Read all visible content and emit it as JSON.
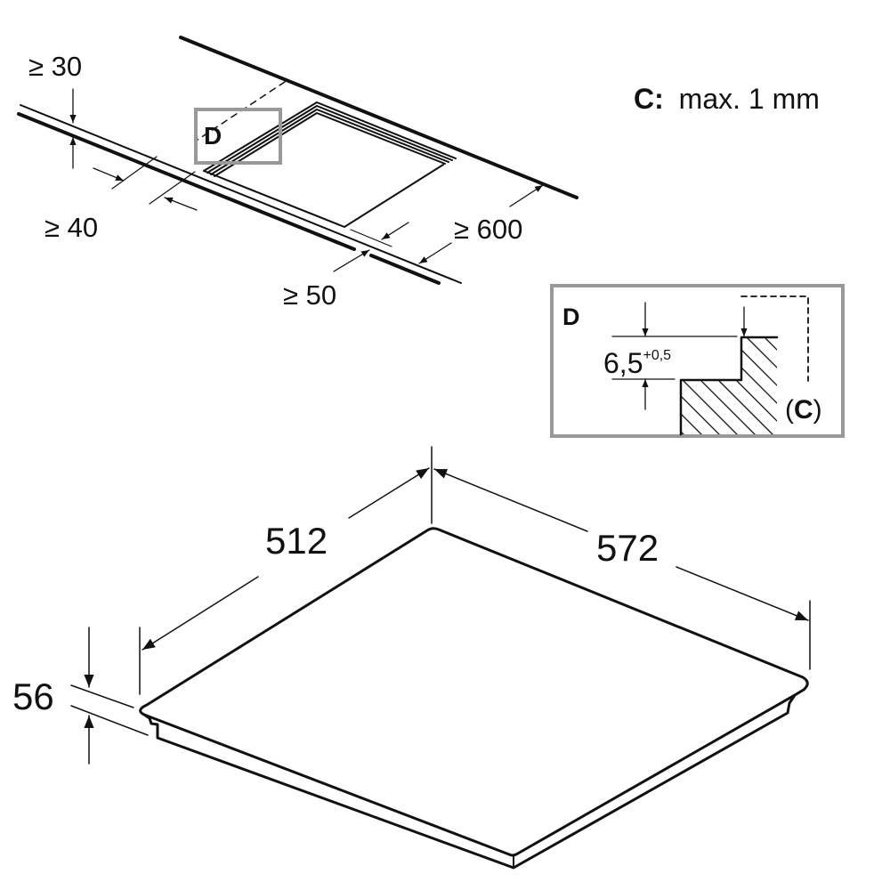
{
  "installation": {
    "min_side_gap": "≥ 30",
    "min_front_gap": "≥ 40",
    "min_cutout_gap": "≥ 50",
    "min_depth": "≥ 600",
    "detail_marker": "D"
  },
  "note": {
    "label": "C:",
    "text": "max. 1 mm"
  },
  "detail": {
    "title": "D",
    "depth_value": "6,5",
    "depth_tolerance": "+0,5",
    "gap_open": "(",
    "gap_label": "C",
    "gap_close": ")"
  },
  "hob": {
    "width": "572",
    "depth": "512",
    "height": "56"
  },
  "colors": {
    "line": "#111111",
    "detail_frame": "#999999"
  }
}
